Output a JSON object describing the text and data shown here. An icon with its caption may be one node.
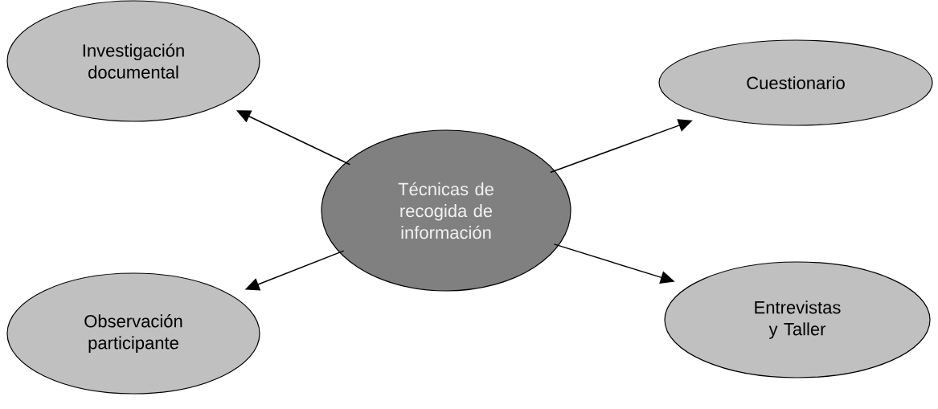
{
  "diagram": {
    "nodes": [
      {
        "text": [
          "Investigación documental"
        ]
      },
      {
        "text": [
          "Cuestionario"
        ]
      },
      {
        "text": [
          "Técnicas de recogida de información"
        ]
      },
      {
        "text": [
          "Observación participante"
        ]
      },
      {
        "text": [
          "Entrevistas y Taller"
        ]
      }
    ],
    "edges": [
      {
        "from": 2,
        "to": 0,
        "arrow": "to"
      },
      {
        "from": 2,
        "to": 1,
        "arrow": "to"
      },
      {
        "from": 2,
        "to": 3,
        "arrow": "to"
      },
      {
        "from": 2,
        "to": 4,
        "arrow": "to"
      }
    ]
  }
}
